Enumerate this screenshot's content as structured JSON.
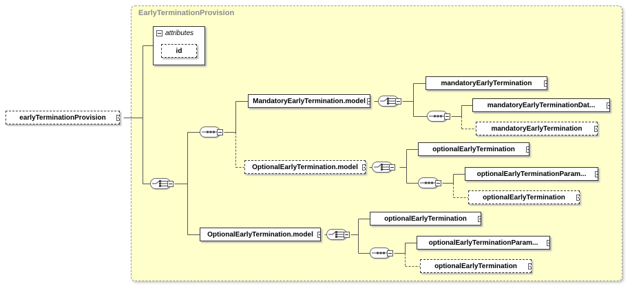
{
  "panel": {
    "title": "EarlyTerminationProvision"
  },
  "root": {
    "label": "earlyTerminationProvision"
  },
  "attributes": {
    "title": "attributes",
    "items": [
      {
        "label": "id"
      }
    ]
  },
  "groups": {
    "g1": {
      "label": "MandatoryEarlyTermination.model"
    },
    "g2": {
      "label": "OptionalEarlyTermination.model"
    },
    "g3": {
      "label": "OptionalEarlyTermination.model"
    }
  },
  "elements": {
    "e1": {
      "label": "mandatoryEarlyTermination"
    },
    "e2": {
      "label": "mandatoryEarlyTerminationDat..."
    },
    "e3": {
      "label": "mandatoryEarlyTermination"
    },
    "e4": {
      "label": "optionalEarlyTermination"
    },
    "e5": {
      "label": "optionalEarlyTerminationParam..."
    },
    "e6": {
      "label": "optionalEarlyTermination"
    },
    "e7": {
      "label": "optionalEarlyTermination"
    },
    "e8": {
      "label": "optionalEarlyTerminationParam..."
    },
    "e9": {
      "label": "optionalEarlyTermination"
    }
  },
  "colors": {
    "panel_bg": "#ffffcc",
    "panel_border": "#9a9a9a",
    "panel_title": "#8b8b8b",
    "wire": "#555555",
    "box_border": "#333333",
    "shadow": "#b5b5b5",
    "text": "#000000"
  }
}
